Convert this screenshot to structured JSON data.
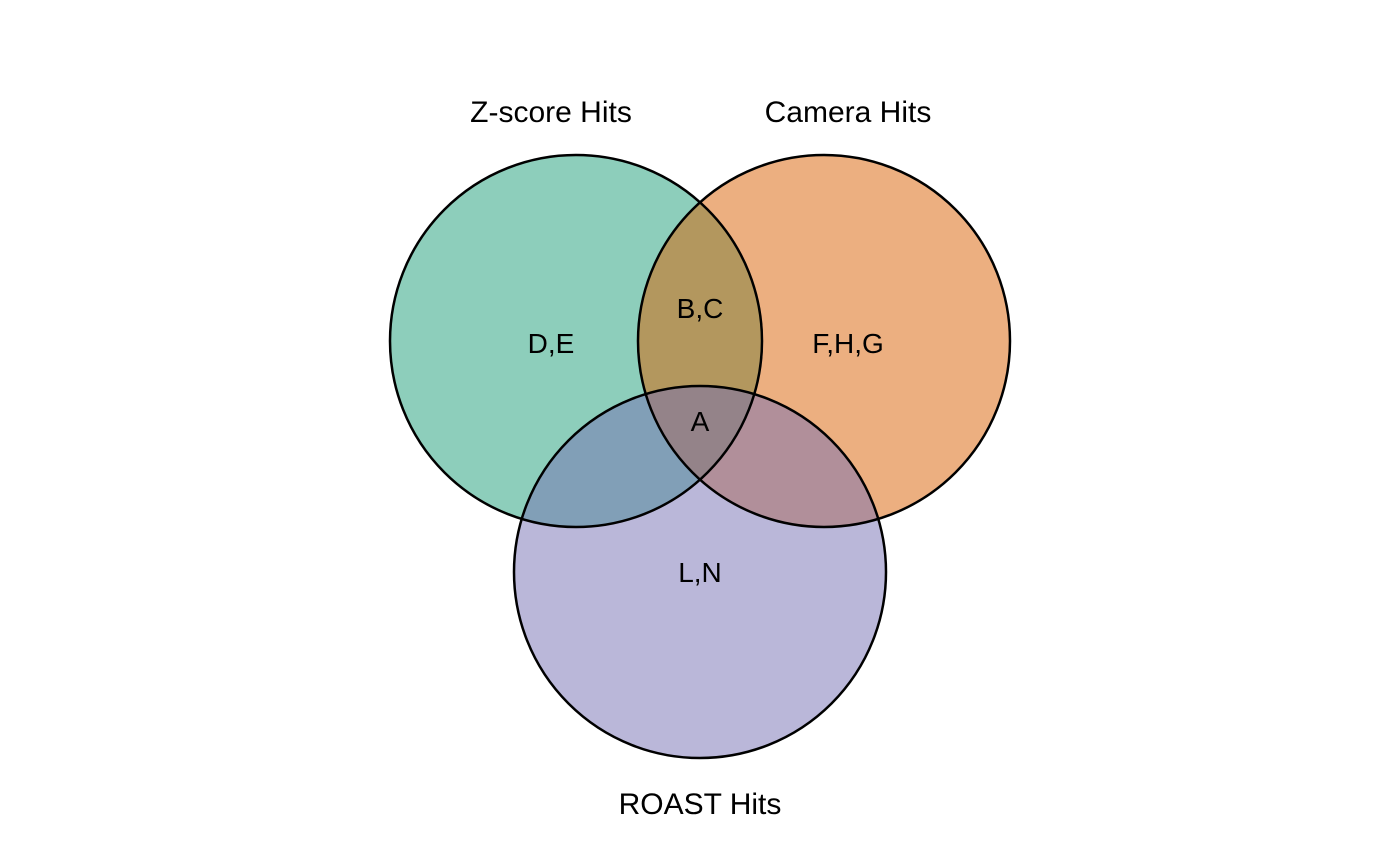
{
  "sets": [
    {
      "id": "zscore",
      "label": "Z-score Hits",
      "color": "#1b9e77"
    },
    {
      "id": "camera",
      "label": "Camera Hits",
      "color": "#d95f02"
    },
    {
      "id": "roast",
      "label": "ROAST Hits",
      "color": "#7570b3"
    }
  ],
  "fill_opacity": 0.5,
  "outline_color": "#000000",
  "regions": {
    "zscore_only": "D,E",
    "camera_only": "F,H,G",
    "roast_only": "L,N",
    "zscore_camera": "B,C",
    "zscore_roast": "",
    "camera_roast": "",
    "all_three": "A"
  }
}
